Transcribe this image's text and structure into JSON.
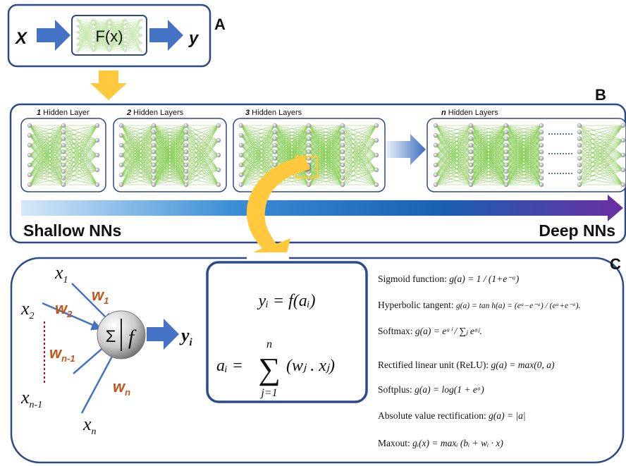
{
  "panel_a": {
    "label": "A",
    "input": "X",
    "function": "F(x)",
    "output": "y"
  },
  "panel_b": {
    "label": "B",
    "networks": [
      {
        "count": "1",
        "caption": " Hidden Layer",
        "hidden_layers": 1
      },
      {
        "count": "2",
        "caption": " Hidden Layers",
        "hidden_layers": 2
      },
      {
        "count": "3",
        "caption": " Hidden Layers",
        "hidden_layers": 3
      },
      {
        "count": "n",
        "caption": " Hidden Layers",
        "hidden_layers": 4
      }
    ],
    "gradient_start": "Shallow NNs",
    "gradient_end": "Deep NNs"
  },
  "panel_c": {
    "label": "C",
    "neuron": {
      "sum_symbol": "Σ",
      "activation_symbol": "f",
      "output": "y",
      "output_sub": "i",
      "inputs": [
        {
          "x": "x",
          "xsub": "1",
          "w": "w",
          "wsub": "1"
        },
        {
          "x": "x",
          "xsub": "2",
          "w": "w",
          "wsub": "2"
        },
        {
          "x": "x",
          "xsub": "n-1",
          "w": "w",
          "wsub": "n-1"
        },
        {
          "x": "x",
          "xsub": "n",
          "w": "w",
          "wsub": "n"
        }
      ]
    },
    "formula_top": "yᵢ = f(aᵢ)",
    "formula_sum_lhs": "aᵢ =",
    "formula_sum_upper": "n",
    "formula_sum_symbol": "∑",
    "formula_sum_lower": "j=1",
    "formula_sum_body": "(wⱼ . xⱼ)",
    "activations": [
      {
        "name": "Sigmoid function: ",
        "formula": "g(a) = 1 / (1+e⁻ᵃ)"
      },
      {
        "name": "Hyperbolic   tangent:  ",
        "formula": "g(a) = tan h(a) = (eᵃ−e⁻ᵃ) / (eᵃ+e⁻ᵃ)."
      },
      {
        "name": "Softmax:  ",
        "formula": "g(a) = eᵃⁱ / ∑ⱼ eᵃʲ."
      },
      {
        "name": "Rectified linear unit (ReLU): ",
        "formula": "g(a) = max(0, a)"
      },
      {
        "name": "Softplus:  ",
        "formula": "g(a) = log(1 + eᵃ)"
      },
      {
        "name": "Absolute value rectification: ",
        "formula": "g(a) = |a|"
      },
      {
        "name": "Maxout:  ",
        "formula": "gᵢ(x) = maxᵢ (bᵢ + wᵢ · x)"
      }
    ]
  },
  "colors": {
    "frame": "#2b4a8a",
    "arrow_blue": "#4472c4",
    "arrow_yellow": "#ffc83d",
    "net_green": "#7ac943",
    "node_gray": "#b9b9b9",
    "weight_orange": "#c0571a",
    "gradient_light": "#cfe3f7",
    "gradient_mid": "#1f6fc0",
    "gradient_dark": "#6a2fa0"
  }
}
